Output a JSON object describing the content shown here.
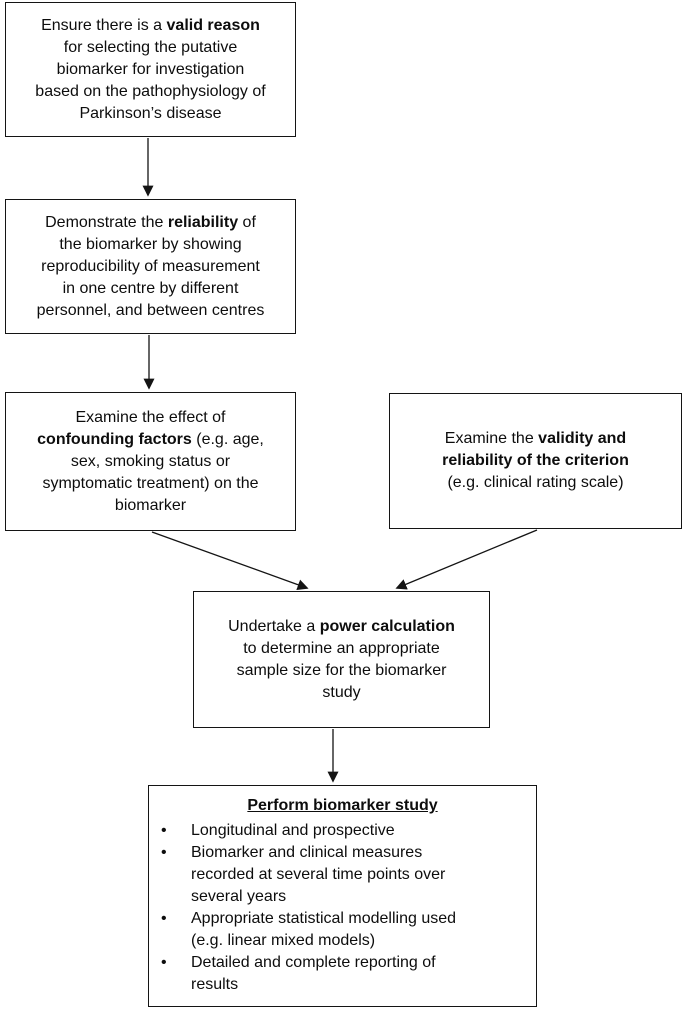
{
  "figure": {
    "background": "#ffffff",
    "stroke_color": "#141414",
    "text_color": "#0d0d0d"
  },
  "boxes": {
    "valid_reason": {
      "segments": [
        {
          "t": "Ensure there is a "
        },
        {
          "t": "valid reason",
          "b": true
        },
        {
          "t": "\nfor selecting the putative\nbiomarker for investigation\nbased on the pathophysiology of\nParkinson’s disease"
        }
      ]
    },
    "reliability": {
      "segments": [
        {
          "t": "Demonstrate the "
        },
        {
          "t": "reliability",
          "b": true
        },
        {
          "t": " of\nthe biomarker by showing\nreproducibility of measurement\nin one centre by different\npersonnel, and between centres"
        }
      ]
    },
    "confounding": {
      "segments": [
        {
          "t": "Examine the effect of\n"
        },
        {
          "t": "confounding factors",
          "b": true
        },
        {
          "t": " (e.g. age,\nsex, smoking status or\nsymptomatic treatment) on the\nbiomarker"
        }
      ]
    },
    "criterion": {
      "segments": [
        {
          "t": "Examine the "
        },
        {
          "t": "validity and\nreliability of the criterion",
          "b": true
        },
        {
          "t": "\n(e.g. clinical rating scale)"
        }
      ]
    },
    "power": {
      "segments": [
        {
          "t": "Undertake a "
        },
        {
          "t": "power calculation",
          "b": true
        },
        {
          "t": "\nto determine an appropriate\nsample size for the biomarker\nstudy"
        }
      ]
    },
    "perform": {
      "title": "Perform biomarker study",
      "bullet_glyph": "•",
      "bullets": [
        "Longitudinal and prospective",
        "Biomarker and clinical measures\nrecorded at several time points over\nseveral years",
        "Appropriate statistical modelling used\n(e.g. linear mixed models)",
        "Detailed and complete reporting of\nresults"
      ]
    }
  }
}
